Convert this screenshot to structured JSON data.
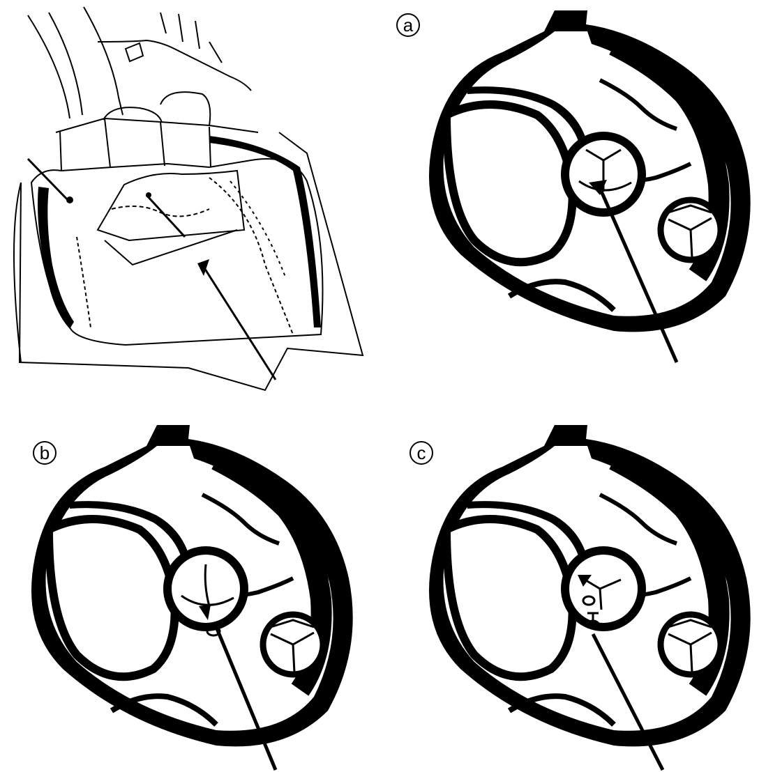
{
  "figure": {
    "panels": [
      {
        "id": "sketch",
        "label": ""
      },
      {
        "id": "a",
        "label": "a"
      },
      {
        "id": "b",
        "label": "b"
      },
      {
        "id": "c",
        "label": "c"
      }
    ]
  },
  "colors": {
    "ink": "#000000",
    "paper": "#ffffff"
  },
  "icons": [
    "heart-sketch",
    "heart-cross-section",
    "valve-icon",
    "probe-arrow-icon"
  ]
}
